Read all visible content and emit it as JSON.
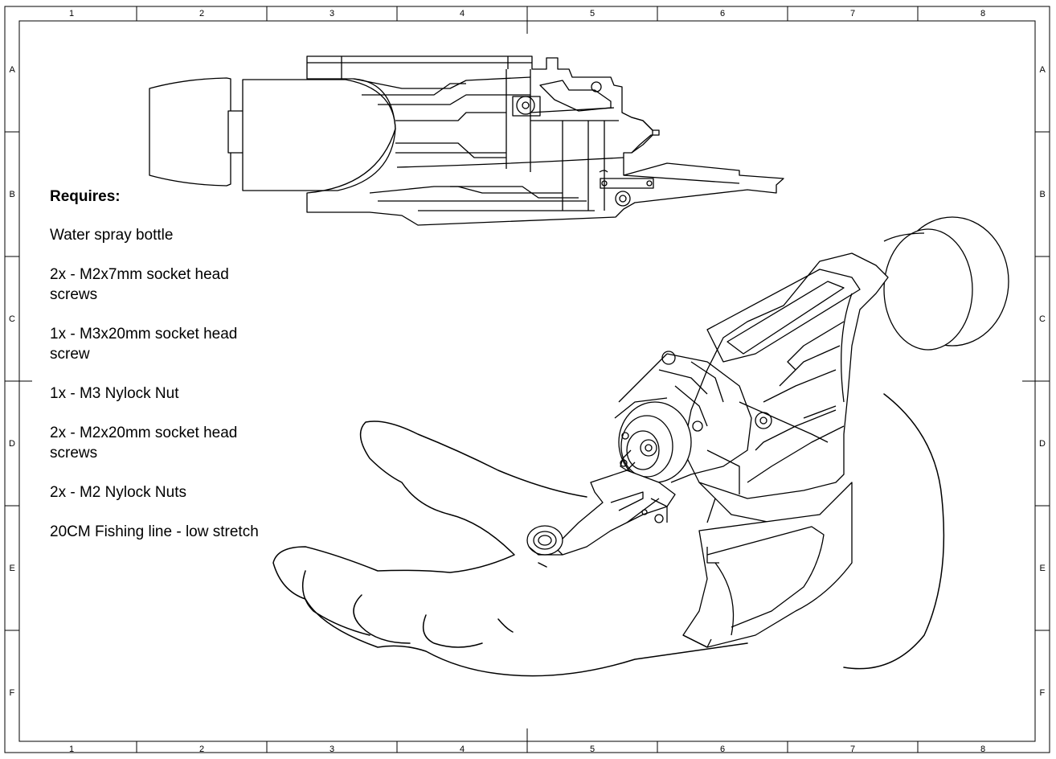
{
  "border": {
    "columns": [
      "1",
      "2",
      "3",
      "4",
      "5",
      "6",
      "7",
      "8"
    ],
    "rows": [
      "A",
      "B",
      "C",
      "D",
      "E",
      "F"
    ]
  },
  "notes": {
    "heading": "Requires:",
    "items": [
      "Water spray bottle",
      "2x - M2x7mm socket head\nscrews",
      "1x - M3x20mm socket head\nscrew",
      "1x - M3 Nylock Nut",
      "2x - M2x20mm socket head\nscrews",
      "2x - M2 Nylock Nuts",
      "20CM Fishing line - low stretch"
    ]
  }
}
